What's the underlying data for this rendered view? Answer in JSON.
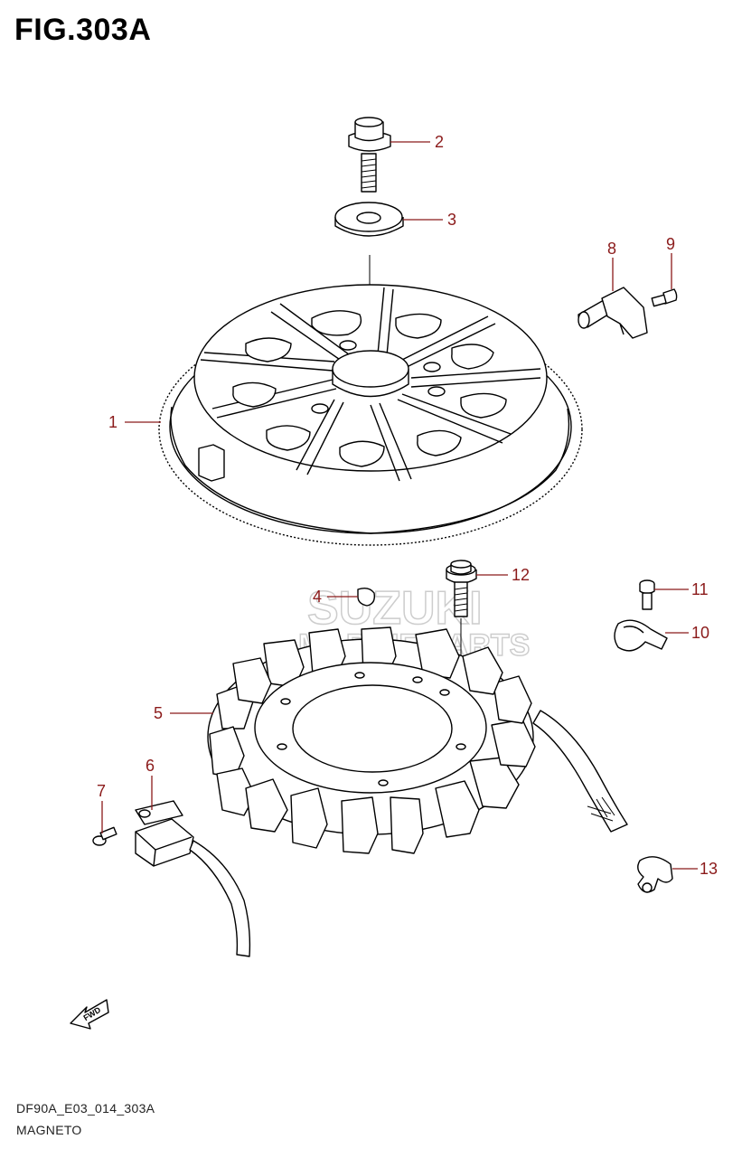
{
  "figure": {
    "title": "FIG.303A"
  },
  "watermark": {
    "brand": "SUZUKI",
    "subtitle": "MARINE PARTS"
  },
  "callouts": [
    {
      "id": "flywheel",
      "number": "1"
    },
    {
      "id": "flywheel-bolt",
      "number": "2"
    },
    {
      "id": "washer",
      "number": "3"
    },
    {
      "id": "key",
      "number": "4"
    },
    {
      "id": "stator",
      "number": "5"
    },
    {
      "id": "pulser-coil",
      "number": "6"
    },
    {
      "id": "pulser-screw",
      "number": "7"
    },
    {
      "id": "sensor",
      "number": "8"
    },
    {
      "id": "sensor-bolt",
      "number": "9"
    },
    {
      "id": "clamp",
      "number": "10"
    },
    {
      "id": "clamp-bolt",
      "number": "11"
    },
    {
      "id": "stator-bolt",
      "number": "12"
    },
    {
      "id": "wire-clamp",
      "number": "13"
    }
  ],
  "direction_marker": {
    "label": "FWD"
  },
  "footer": {
    "code": "DF90A_E03_014_303A",
    "name": "MAGNETO"
  },
  "colors": {
    "callout": "#8b1a1a",
    "line": "#000000",
    "watermark": "#c8c8c8"
  }
}
